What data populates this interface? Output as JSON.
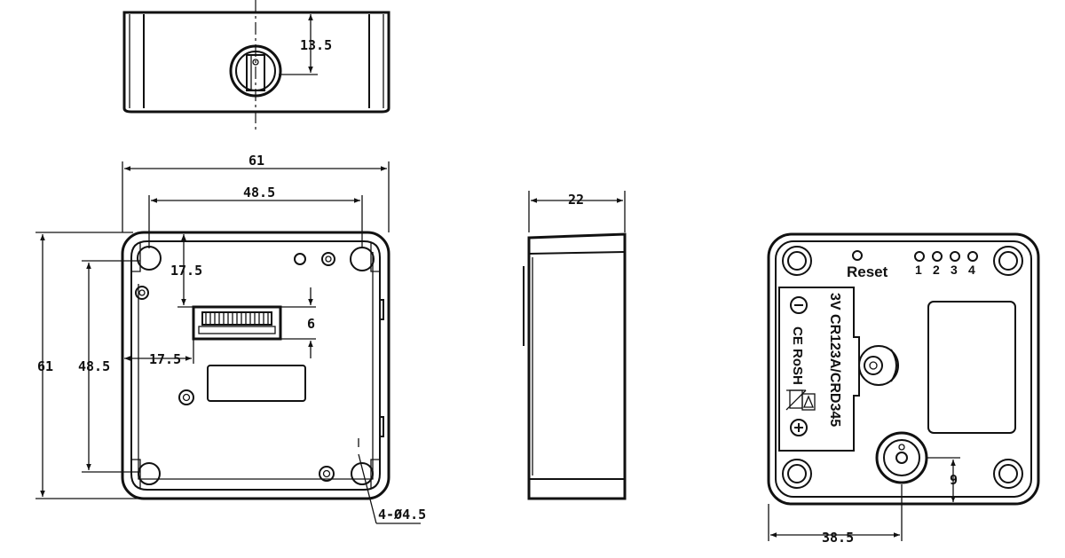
{
  "dimensions": {
    "top_hole_offset": "13.5",
    "overall_width": "61",
    "hole_spacing_x": "48.5",
    "overall_height": "61",
    "hole_spacing_y": "48.5",
    "connector_top_offset": "17.5",
    "connector_left_offset": "17.5",
    "connector_height": "6",
    "depth": "22",
    "mount_holes": "4-Ø4.5",
    "jack_offset_x": "38.5",
    "jack_offset_y": "9"
  },
  "front_panel": {
    "reset_label": "Reset",
    "led_labels": [
      "1",
      "2",
      "3",
      "4"
    ],
    "battery_text": "3V CR123A/CRD345",
    "cert_text": "CE RoSH"
  }
}
